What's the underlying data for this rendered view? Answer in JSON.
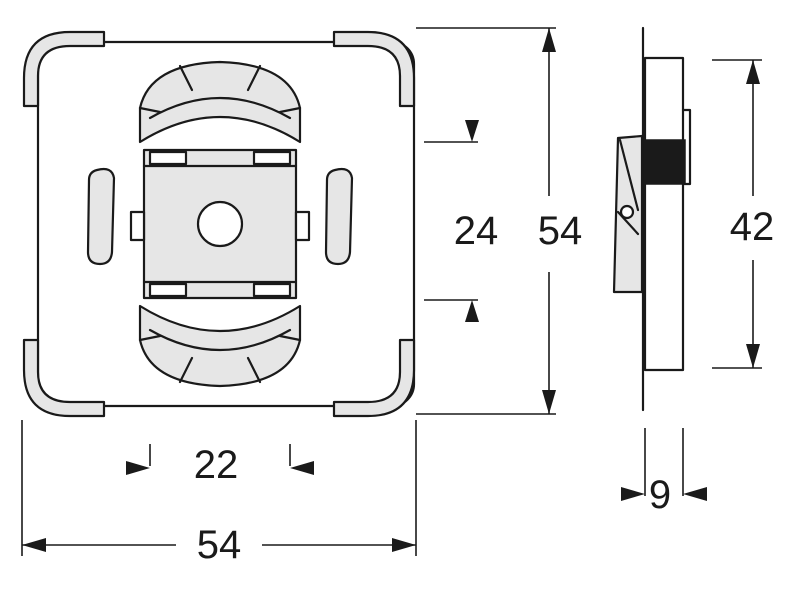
{
  "dimensions": {
    "front_width_total": "54",
    "front_height_total": "54",
    "inner_width": "22",
    "inner_height": "24",
    "side_height": "42",
    "side_depth": "9"
  },
  "colors": {
    "line": "#1a1a1a",
    "fill": "#e6e6e6",
    "background": "#ffffff"
  }
}
